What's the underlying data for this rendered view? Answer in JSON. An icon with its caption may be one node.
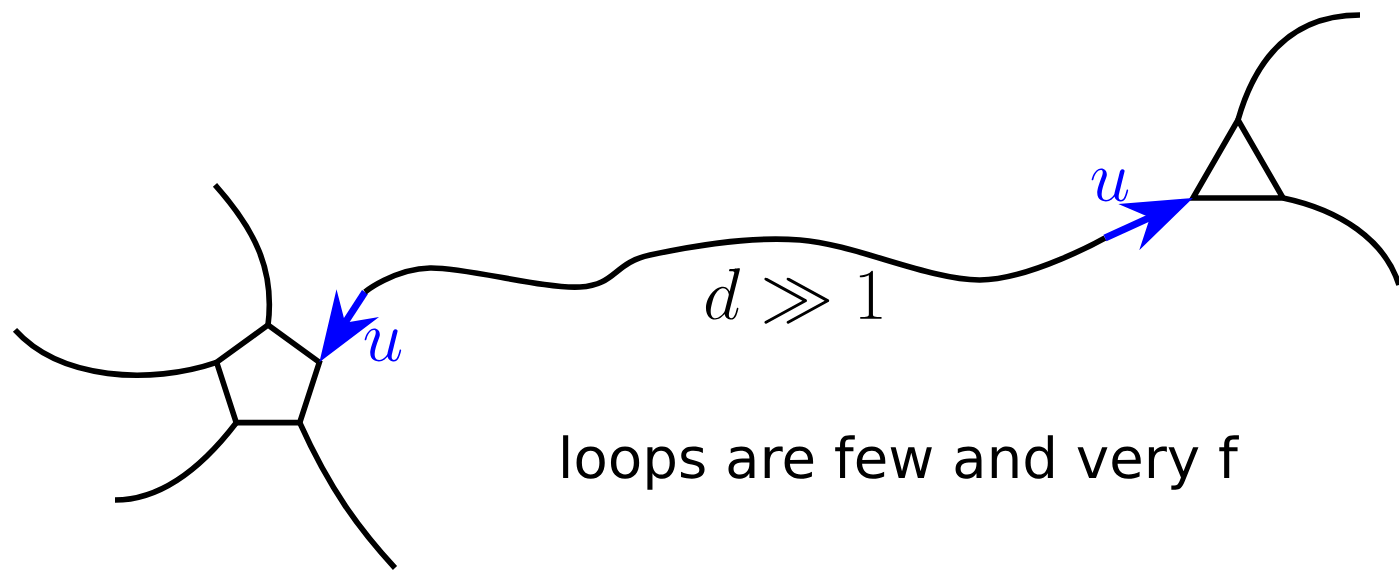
{
  "diagram": {
    "nodes": [
      {
        "text": [],
        "shape": "pentagon"
      },
      {
        "text": [],
        "shape": "triangle"
      }
    ],
    "edges": [
      {
        "from": 0,
        "to": 1,
        "arrow": "both",
        "label": "d \\gg 1"
      }
    ],
    "labels": [
      "u",
      "u",
      "loops are few and very f"
    ]
  }
}
